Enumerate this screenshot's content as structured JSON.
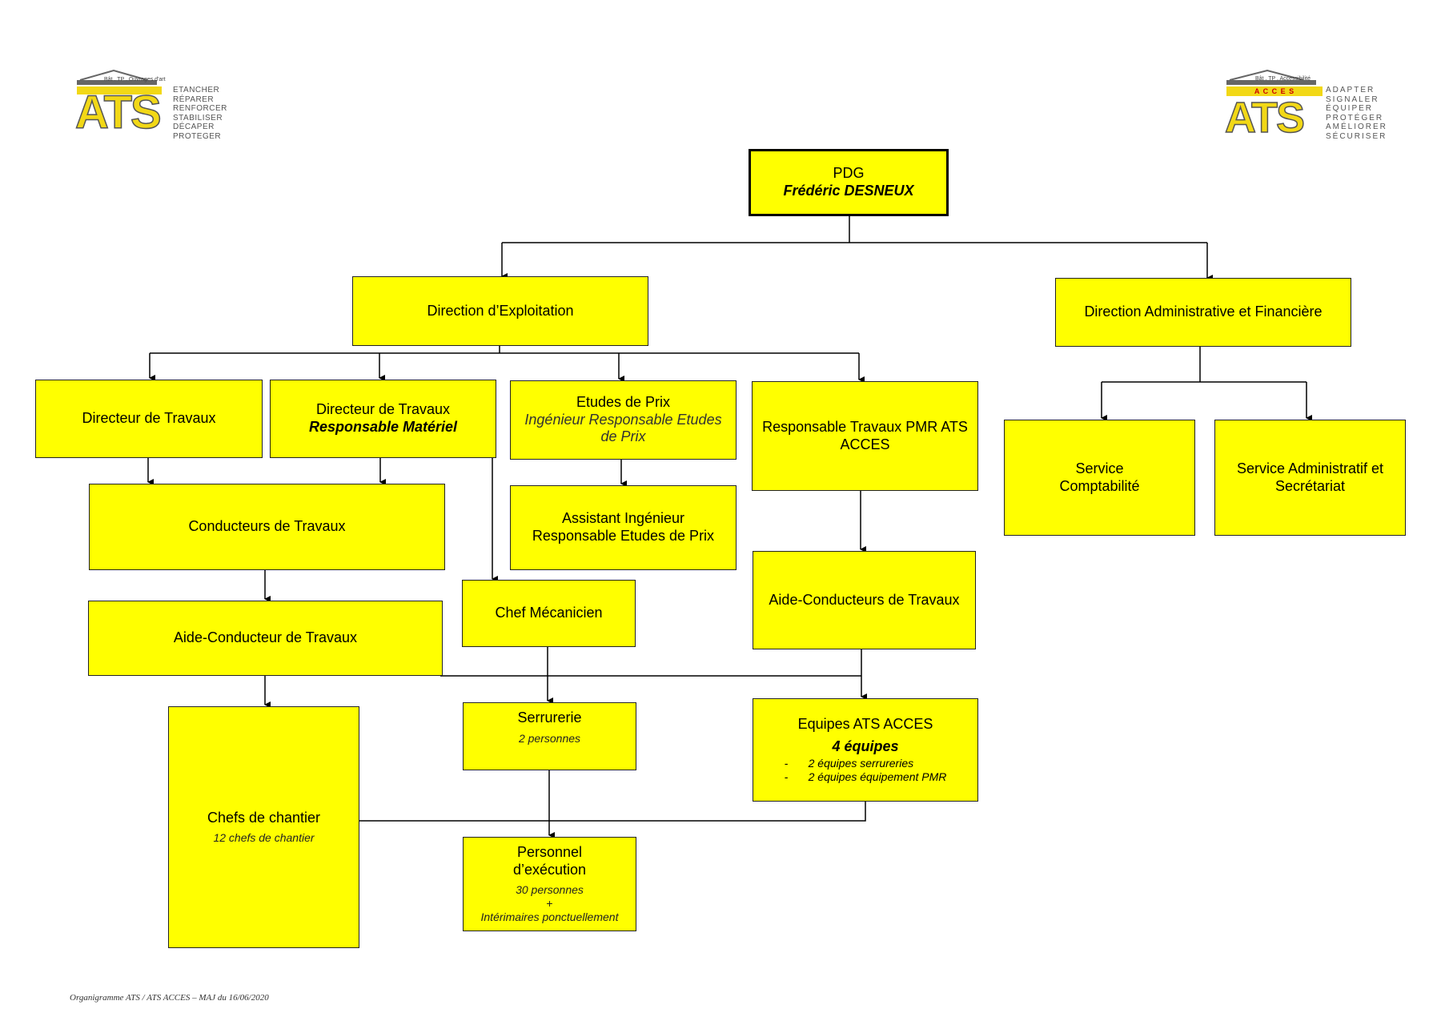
{
  "colors": {
    "box_fill": "#ffff00",
    "logo_yellow": "#f2d816",
    "logo_grey": "#666666"
  },
  "logos": {
    "left": {
      "tagline": "Bât . TP . Ouvrages d'art",
      "letters": "ATS",
      "verbs": [
        "ETANCHER",
        "RÉPARER",
        "RENFORCER",
        "STABILISER",
        "DÉCAPER",
        "PROTEGER"
      ]
    },
    "right": {
      "tagline": "Bât . TP . Accessibilité",
      "banner": "A C C E S",
      "letters": "ATS",
      "verbs": [
        "ADAPTER",
        "SIGNALER",
        "ÉQUIPER",
        "PROTÉGER",
        "AMÉLIORER",
        "SÉCURISER"
      ]
    }
  },
  "boxes": {
    "pdg": {
      "title": "PDG",
      "name": "Frédéric DESNEUX"
    },
    "direction_exploitation": {
      "title": "Direction d’Exploitation"
    },
    "direction_admin": {
      "title": "Direction Administrative et Financière"
    },
    "directeur_travaux": {
      "title": "Directeur de Travaux"
    },
    "directeur_travaux_materiel": {
      "title": "Directeur de Travaux",
      "subtitle": "Responsable Matériel"
    },
    "etudes_prix": {
      "title": "Etudes de Prix",
      "subtitle": "Ingénieur Responsable Etudes de Prix"
    },
    "responsable_pmr": {
      "title": "Responsable Travaux PMR ATS ACCES"
    },
    "service_compta": {
      "title": "Service Comptabilité"
    },
    "service_admin": {
      "title": "Service Administratif et Secrétariat"
    },
    "conducteurs": {
      "title": "Conducteurs de Travaux"
    },
    "assistant_ingenieur": {
      "title": "Assistant Ingénieur Responsable Etudes de Prix"
    },
    "aide_conducteur": {
      "title": "Aide-Conducteur de Travaux"
    },
    "chef_mecanicien": {
      "title": "Chef Mécanicien"
    },
    "aide_conducteurs_pmr": {
      "title": "Aide-Conducteurs de Travaux"
    },
    "serrurerie": {
      "title": "Serrurerie",
      "detail": "2 personnes"
    },
    "equipes_ats": {
      "title": "Equipes ATS ACCES",
      "subtitle": "4 équipes",
      "items": [
        "2 équipes serrureries",
        "2 équipes équipement PMR"
      ]
    },
    "chefs_chantier": {
      "title": "Chefs de chantier",
      "detail": "12 chefs de chantier"
    },
    "personnel": {
      "title": "Personnel d’exécution",
      "detail": "30 personnes",
      "plus": "+",
      "extra": "Intérimaires ponctuellement"
    }
  },
  "footer": {
    "text": "Organigramme ATS / ATS ACCES – MAJ du 16/06/2020"
  }
}
